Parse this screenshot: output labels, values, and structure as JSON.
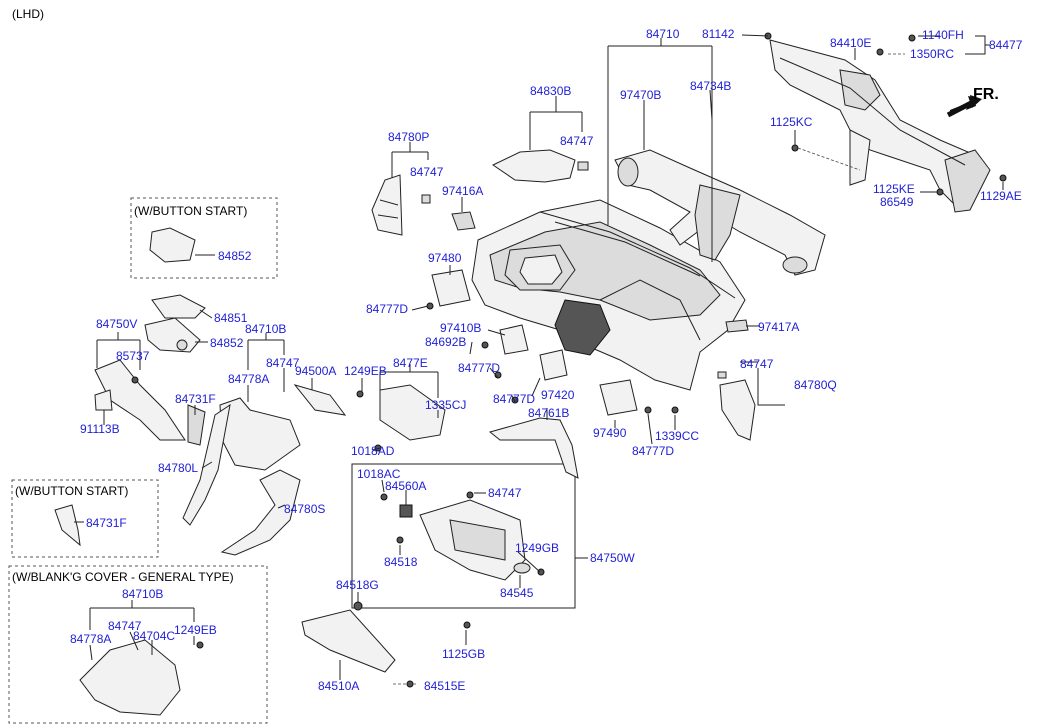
{
  "header": {
    "variant": "(LHD)"
  },
  "direction_label": "FR.",
  "groups": {
    "button_start_1": "(W/BUTTON START)",
    "button_start_2": "(W/BUTTON START)",
    "blanking_cover": "(W/BLANK'G COVER - GENERAL TYPE)"
  },
  "parts": {
    "p84710": "84710",
    "p81142": "81142",
    "p1140FH": "1140FH",
    "p84477": "84477",
    "p84410E": "84410E",
    "p1350RC": "1350RC",
    "p84830B": "84830B",
    "p97470B": "97470B",
    "p84734B": "84734B",
    "p1125KC": "1125KC",
    "p84780P": "84780P",
    "p84747_a": "84747",
    "p84747_b": "84747",
    "p97416A": "97416A",
    "p1125KE": "1125KE",
    "p86549": "86549",
    "p1129AE": "1129AE",
    "p84852_a": "84852",
    "p97480": "97480",
    "p84777D_a": "84777D",
    "p84851": "84851",
    "p84750V": "84750V",
    "p84710B_a": "84710B",
    "p97410B": "97410B",
    "p97417A": "97417A",
    "p84852_b": "84852",
    "p84692B": "84692B",
    "p85737": "85737",
    "p84747_c": "84747",
    "p84747_d": "84747",
    "p84780Q": "84780Q",
    "p84778A_a": "84778A",
    "p94500A": "94500A",
    "p1249EB_a": "1249EB",
    "p8477E": "8477E",
    "p84777D_b": "84777D",
    "p97420": "97420",
    "p84731F_a": "84731F",
    "p84777D_c": "84777D",
    "p1335CJ": "1335CJ",
    "p84761B": "84761B",
    "p91113B": "91113B",
    "p97490": "97490",
    "p1339CC": "1339CC",
    "p1018AD": "1018AD",
    "p84777D_d": "84777D",
    "p84780L": "84780L",
    "p1018AC": "1018AC",
    "p84560A": "84560A",
    "p84747_e": "84747",
    "p84731F_b": "84731F",
    "p84780S": "84780S",
    "p1249GB": "1249GB",
    "p84518": "84518",
    "p84750W": "84750W",
    "p84545": "84545",
    "p84518G": "84518G",
    "p84710B_b": "84710B",
    "p84747_f": "84747",
    "p1249EB_b": "1249EB",
    "p84778A_b": "84778A",
    "p84704C": "84704C",
    "p1125GB": "1125GB",
    "p84510A": "84510A",
    "p84515E": "84515E"
  }
}
